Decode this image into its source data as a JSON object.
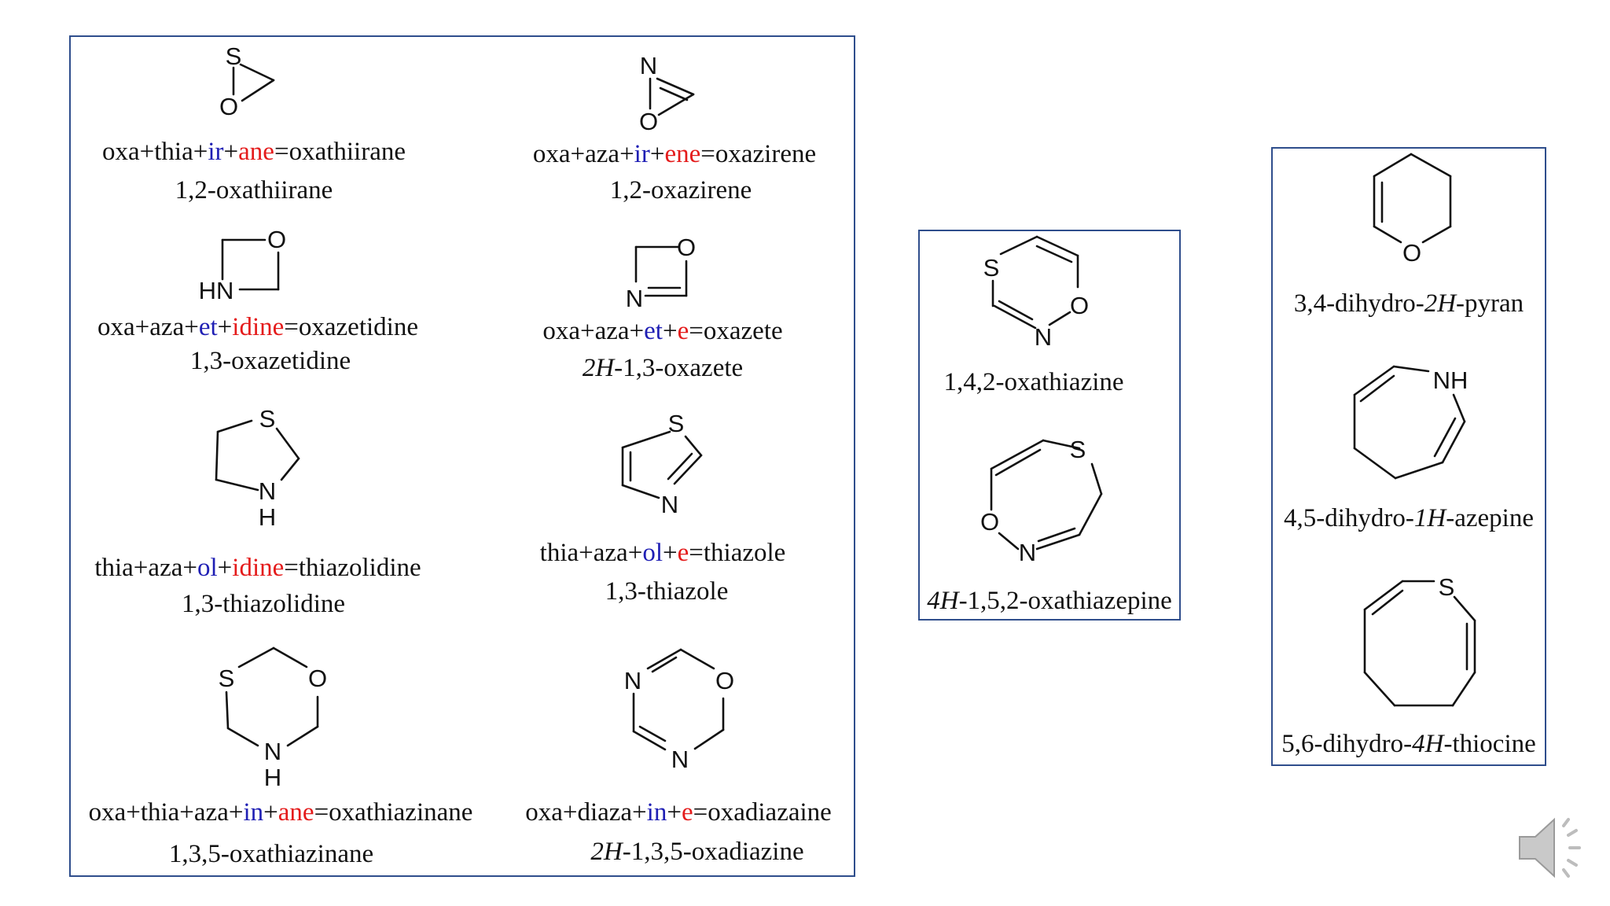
{
  "left_panel": {
    "oxathiirane": {
      "atoms": {
        "s": "S",
        "o": "O"
      },
      "formula": {
        "p1": "oxa+thia+",
        "p2": "ir",
        "p3": "+",
        "p4": "ane",
        "p5": "=oxathiirane"
      },
      "name": "1,2-oxathiirane"
    },
    "oxazirene": {
      "atoms": {
        "n": "N",
        "o": "O"
      },
      "formula": {
        "p1": "oxa+aza+",
        "p2": "ir",
        "p3": "+",
        "p4": "ene",
        "p5": "=oxazirene"
      },
      "name": "1,2-oxazirene"
    },
    "oxazetidine": {
      "atoms": {
        "o": "O",
        "hn": "HN"
      },
      "formula": {
        "p1": "oxa+aza+",
        "p2": "et",
        "p3": "+",
        "p4": "idine",
        "p5": "=oxazetidine"
      },
      "name": "1,3-oxazetidine"
    },
    "oxazete": {
      "atoms": {
        "o": "O",
        "n": "N"
      },
      "formula": {
        "p1": "oxa+aza+",
        "p2": "et",
        "p3": "+",
        "p4": "e",
        "p5": "=oxazete"
      },
      "name_prefix": "2H",
      "name_rest": "-1,3-oxazete"
    },
    "thiazolidine": {
      "atoms": {
        "s": "S",
        "n": "N",
        "h": "H"
      },
      "formula": {
        "p1": "thia+aza+",
        "p2": "ol",
        "p3": "+",
        "p4": "idine",
        "p5": "=thiazolidine"
      },
      "name": "1,3-thiazolidine"
    },
    "thiazole": {
      "atoms": {
        "s": "S",
        "n": "N"
      },
      "formula": {
        "p1": "thia+aza+",
        "p2": "ol",
        "p3": "+",
        "p4": "e",
        "p5": "=thiazole"
      },
      "name": "1,3-thiazole"
    },
    "oxathiazinane": {
      "atoms": {
        "s": "S",
        "o": "O",
        "n": "N",
        "h": "H"
      },
      "formula": {
        "p1": "oxa+thia+aza+",
        "p2": "in",
        "p3": "+",
        "p4": "ane",
        "p5": "=oxathiazinane"
      },
      "name": "1,3,5-oxathiazinane"
    },
    "oxadiazine": {
      "atoms": {
        "n1": "N",
        "o": "O",
        "n2": "N"
      },
      "formula": {
        "p1": "oxa+diaza+",
        "p2": "in",
        "p3": "+",
        "p4": "e",
        "p5": "=oxadiazaine"
      },
      "name_prefix": "2H",
      "name_rest": "-1,3,5-oxadiazine"
    }
  },
  "middle_panel": {
    "oxathiazine": {
      "atoms": {
        "s": "S",
        "o": "O",
        "n": "N"
      },
      "name": "1,4,2-oxathiazine"
    },
    "oxathiazepine": {
      "atoms": {
        "s": "S",
        "o": "O",
        "n": "N"
      },
      "name_prefix": "4H",
      "name_rest": "-1,5,2-oxathiazepine"
    }
  },
  "right_panel": {
    "dihydropyran": {
      "atoms": {
        "o": "O"
      },
      "name_pre": "3,4-dihydro-",
      "name_it": "2H",
      "name_post": "-pyran"
    },
    "dihydroazepine": {
      "atoms": {
        "nh": "NH"
      },
      "name_pre": "4,5-dihydro-",
      "name_it": "1H",
      "name_post": "-azepine"
    },
    "dihydrothiocine": {
      "atoms": {
        "s": "S"
      },
      "name_pre": "5,6-dihydro-",
      "name_it": "4H",
      "name_post": "-thiocine"
    }
  },
  "speaker_icon": "speaker-icon",
  "colors": {
    "border": "#2f4e8c",
    "blue_morpheme": "#1f1fb4",
    "red_morpheme": "#e41b1b"
  }
}
